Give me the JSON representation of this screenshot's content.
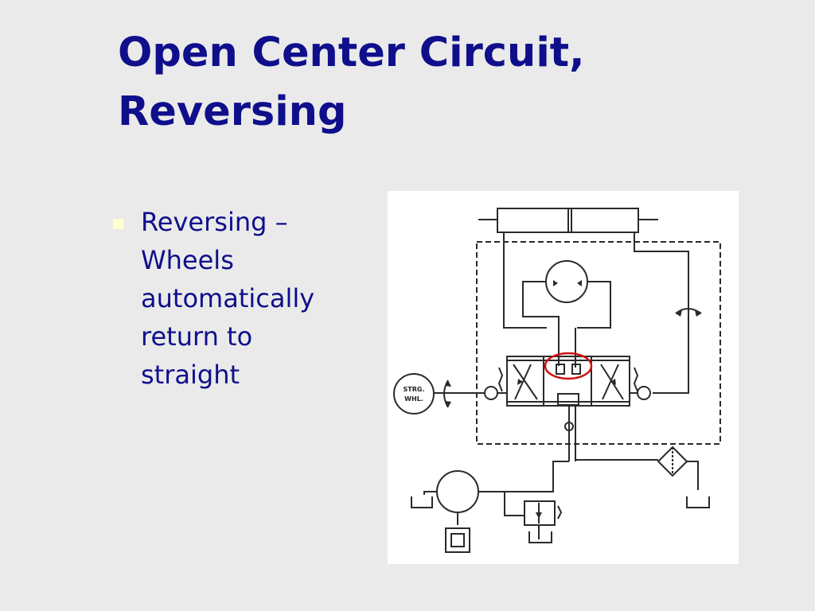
{
  "slide": {
    "title_lines": [
      "Open Center Circuit,",
      "Reversing"
    ],
    "bullets": [
      {
        "lines": [
          "Reversing –",
          "Wheels",
          "automatically",
          "return to",
          "straight"
        ]
      }
    ]
  },
  "diagram": {
    "steering_wheel_label_lines": [
      "STRG.",
      "WHL."
    ],
    "colors": {
      "title": "#0F0F8C",
      "text": "#0F0F8C",
      "background": "#EAEAEA",
      "bullet": "#FFFFCC",
      "highlight": "#D01010",
      "line": "#2A2A2A"
    }
  }
}
